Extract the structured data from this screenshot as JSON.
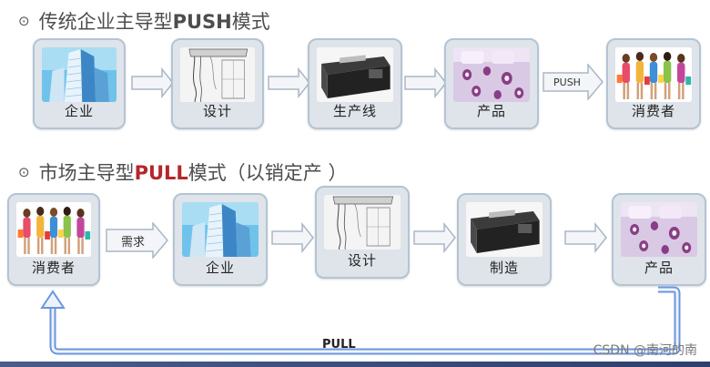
{
  "title_push": {
    "bullet": "⊙",
    "prefix": "传统企业主导型",
    "highlight": "PUSH",
    "suffix": "模式"
  },
  "title_pull": {
    "bullet": "⊙",
    "prefix": "市场主导型",
    "highlight": "PULL",
    "suffix": "模式（以销定产 ）"
  },
  "push_row": [
    "企业",
    "设计",
    "生产线",
    "产品",
    "消费者"
  ],
  "pull_row": [
    "消费者",
    "企业",
    "设计",
    "制造",
    "产品"
  ],
  "push_arrow_label": "PUSH",
  "need_arrow_label": "需求",
  "pull_label": "PULL",
  "watermark": "CSDN @南河的南",
  "colors": {
    "card_bg": "#dfe4ea",
    "card_border": "#b3c4d4",
    "arrow_fill": "#f3f5f8",
    "arrow_stroke": "#a9b7c6",
    "pull_loop": "#6a96dd",
    "pull_title": "#b5262b"
  }
}
